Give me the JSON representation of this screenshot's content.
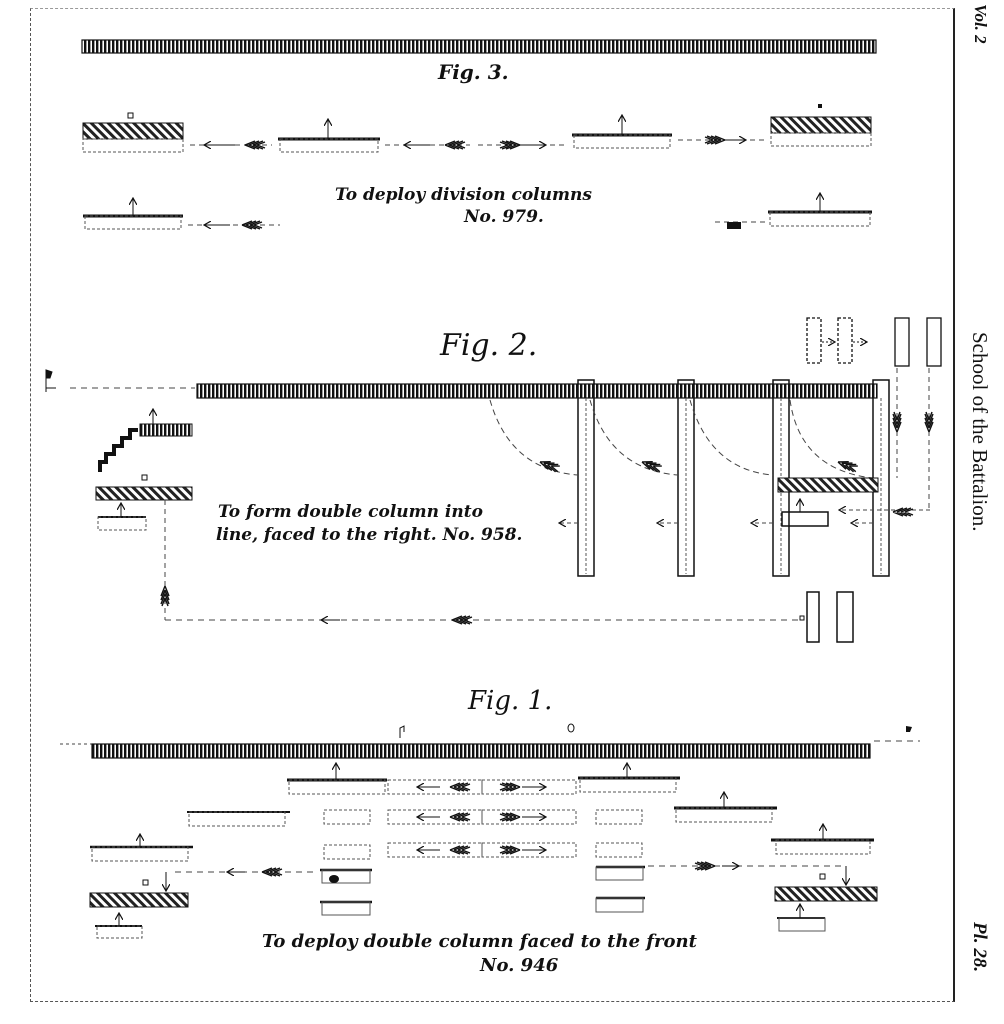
{
  "plate": {
    "volume": "Vol. 2",
    "series_title": "School of the Battalion.",
    "plate_number": "Pl. 28."
  },
  "figures": [
    {
      "id": "fig3",
      "title": "Fig. 3.",
      "caption_line1": "To deploy division columns",
      "caption_line2": "No. 979."
    },
    {
      "id": "fig2",
      "title": "Fig. 2.",
      "caption_line1": "To form double column into",
      "caption_line2": "line, faced to the right. No. 958."
    },
    {
      "id": "fig1",
      "title": "Fig. 1.",
      "caption_line1": "To deploy double column faced to the front",
      "caption_line2": "No. 946"
    }
  ],
  "colors": {
    "ink": "#111111",
    "paper": "#ffffff",
    "hatch": "#333333"
  }
}
